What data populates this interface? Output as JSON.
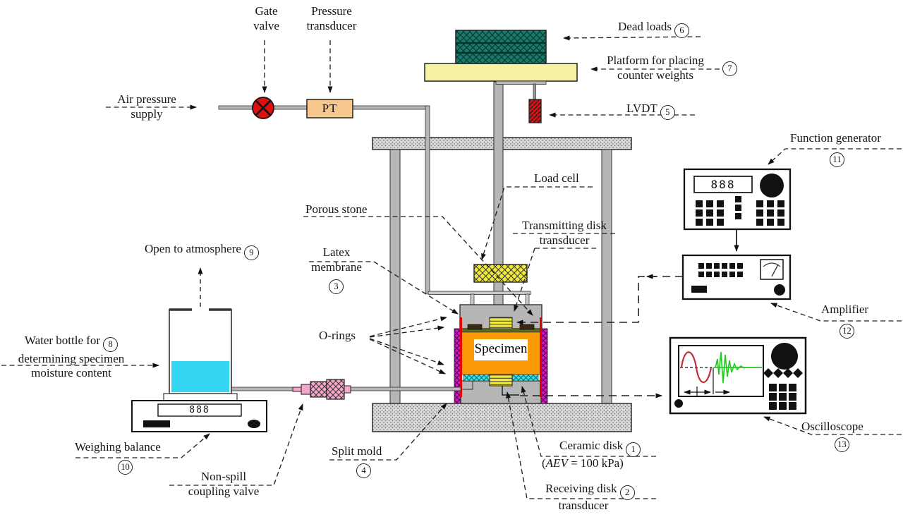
{
  "labels": {
    "air_pressure_supply": {
      "line1": "Air pressure",
      "line2": "supply"
    },
    "gate_valve": {
      "line1": "Gate",
      "line2": "valve"
    },
    "pressure_transducer": {
      "line1": "Pressure",
      "line2": "transducer"
    },
    "pt_symbol": "PT",
    "dead_loads": {
      "text": "Dead loads",
      "num": "6"
    },
    "platform": {
      "line1": "Platform for placing",
      "line2": "counter weights",
      "num": "7"
    },
    "lvdt": {
      "text": "LVDT",
      "num": "5"
    },
    "load_cell": {
      "text": "Load cell"
    },
    "porous_stone": {
      "text": "Porous stone"
    },
    "transmitting_disk": {
      "line1": "Transmitting disk",
      "line2": "transducer"
    },
    "latex_membrane": {
      "line1": "Latex",
      "line2": "membrane",
      "num": "3"
    },
    "o_rings": {
      "text": "O-rings"
    },
    "specimen": {
      "text": "Specimen"
    },
    "split_mold": {
      "text": "Split mold",
      "num": "4"
    },
    "ceramic_disk": {
      "text": "Ceramic disk",
      "num": "1",
      "sub_open": "(",
      "sub_italic": "AEV",
      "sub_rest": " = 100 kPa)"
    },
    "receiving_disk": {
      "line1": "Receiving disk",
      "line2": "transducer",
      "num": "2"
    },
    "open_to_atmosphere": {
      "text": "Open to atmosphere",
      "num": "9"
    },
    "water_bottle": {
      "line1": "Water bottle for",
      "line2": "determining specimen",
      "line3": "moisture content",
      "num": "8"
    },
    "weighing_balance": {
      "text": "Weighing balance",
      "num": "10"
    },
    "non_spill_valve": {
      "line1": "Non-spill",
      "line2": "coupling valve"
    },
    "function_generator": {
      "text": "Function generator",
      "num": "11",
      "display": "888"
    },
    "amplifier": {
      "text": "Amplifier",
      "num": "12"
    },
    "oscilloscope": {
      "text": "Oscilloscope",
      "num": "13"
    },
    "balance_display": "888"
  },
  "colors": {
    "specimen_orange": "#FB9A07",
    "membrane_red": "#E60000",
    "split_mold_magenta": "#D617C9",
    "ceramic_cyan": "#39E0E8",
    "porous_green": "#5F6B12",
    "dead_loads_teal": "#1B7A6E",
    "platform_yellow": "#F6F2A2",
    "transducer_yellow": "#F2EA3A",
    "lvdt_red": "#E01010",
    "gate_valve_red": "#DD1111",
    "pt_box_peach": "#F7C78E",
    "water_cyan": "#35D6F2",
    "coupling_pink": "#F6A8CC",
    "frame_gray": "#B6B6B6",
    "waveform_input_red": "#C0303A",
    "waveform_received_green": "#22CC22"
  }
}
